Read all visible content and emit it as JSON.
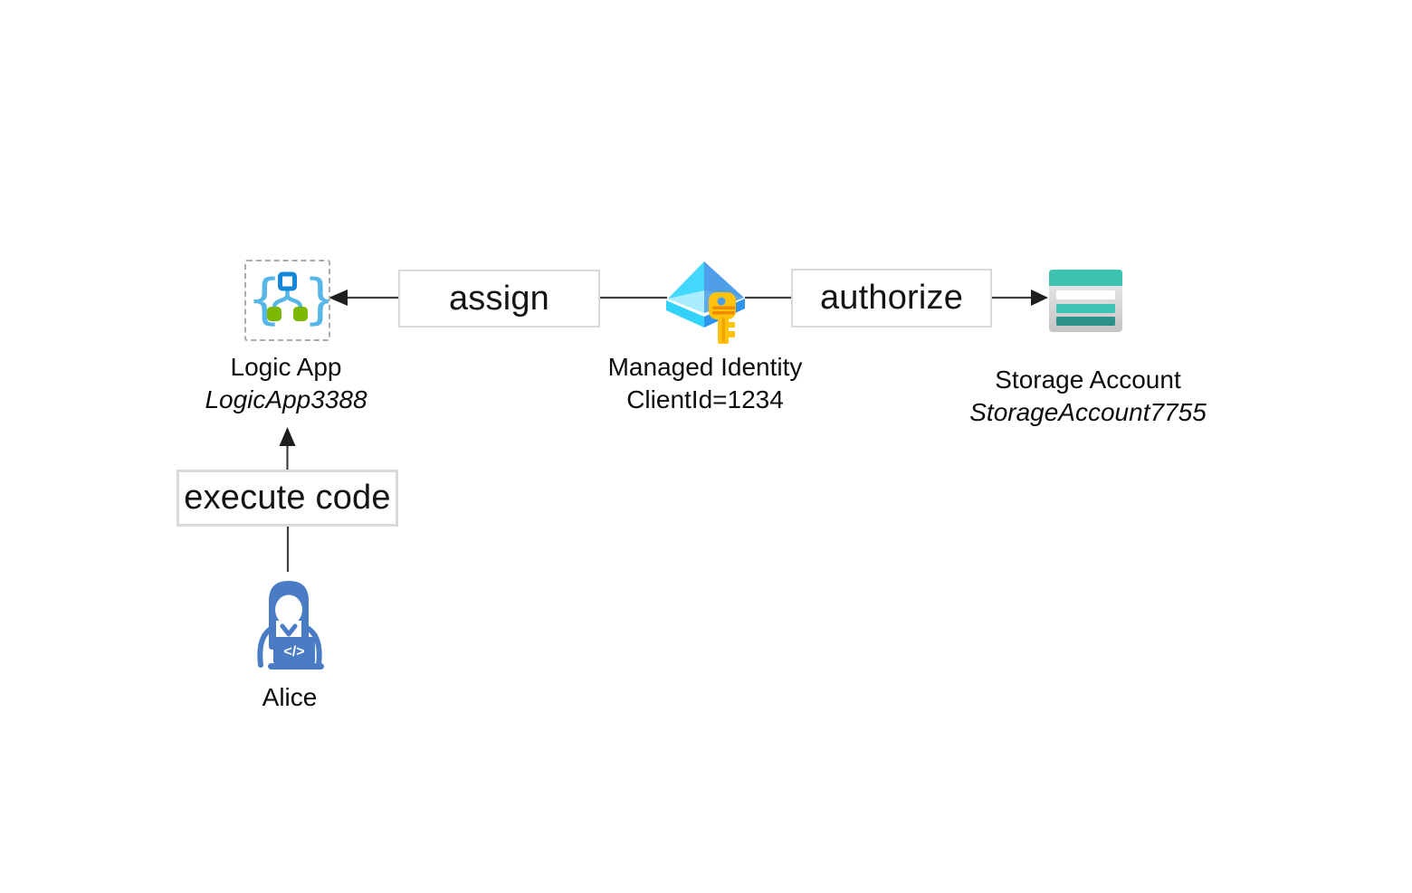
{
  "diagram": {
    "background": "#ffffff",
    "nodes": {
      "logic_app": {
        "icon": "logic-app-icon",
        "title": "Logic App",
        "subtitle": "LogicApp3388",
        "brace_left": "{",
        "brace_right": "}"
      },
      "managed_identity": {
        "icon": "managed-identity-key-icon",
        "title": "Managed Identity",
        "subtitle": "ClientId=1234"
      },
      "storage_account": {
        "icon": "storage-account-icon",
        "title": "Storage Account",
        "subtitle": "StorageAccount7755"
      },
      "alice": {
        "icon": "developer-person-icon",
        "title": "Alice",
        "laptop_glyph": "</>"
      }
    },
    "edges": {
      "assign": {
        "label": "assign",
        "from": "managed_identity",
        "to": "logic_app"
      },
      "authorize": {
        "label": "authorize",
        "from": "managed_identity",
        "to": "storage_account"
      },
      "execute_code": {
        "label": "execute code",
        "from": "alice",
        "to": "logic_app"
      }
    },
    "colors": {
      "connector": "#3f3f3f",
      "arrowhead": "#1f1f1f",
      "box_border": "#d9d9d9",
      "logic_app_braces": "#56b6e8",
      "logic_app_node_blue": "#1486d8",
      "logic_app_node_green": "#7cb800",
      "identity_cyan": "#44d7fd",
      "identity_blue": "#4f9ee9",
      "identity_pale": "#a9edff",
      "key_gold": "#ffc30d",
      "key_orange": "#f08a00",
      "storage_teal": "#3cc3b0",
      "storage_dark_teal": "#2a9287",
      "person_blue": "#4a7cc6"
    }
  }
}
